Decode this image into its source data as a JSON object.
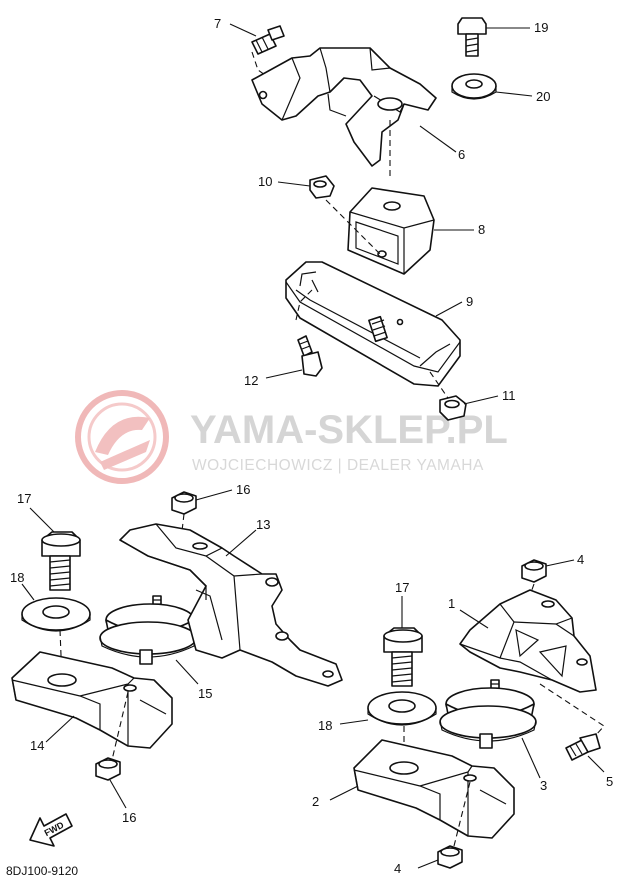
{
  "diagram": {
    "part_numbers": {
      "p1": "1",
      "p2": "2",
      "p3": "3",
      "p4a": "4",
      "p4b": "4",
      "p5": "5",
      "p6": "6",
      "p7": "7",
      "p8": "8",
      "p9": "9",
      "p10": "10",
      "p11": "11",
      "p12": "12",
      "p13": "13",
      "p14": "14",
      "p15": "15",
      "p16a": "16",
      "p16b": "16",
      "p17a": "17",
      "p17b": "17",
      "p18a": "18",
      "p18b": "18",
      "p19": "19",
      "p20": "20"
    },
    "watermark": {
      "title": "YAMA-SKLEP.PL",
      "subtitle": "WOJCIECHOWICZ | DEALER YAMAHA"
    },
    "fwd_label": "FWD",
    "drawing_code": "8DJ100-9120"
  },
  "colors": {
    "line": "#111111",
    "watermark_logo": "#f0b8b8",
    "watermark_text": "#d5d5d5"
  }
}
